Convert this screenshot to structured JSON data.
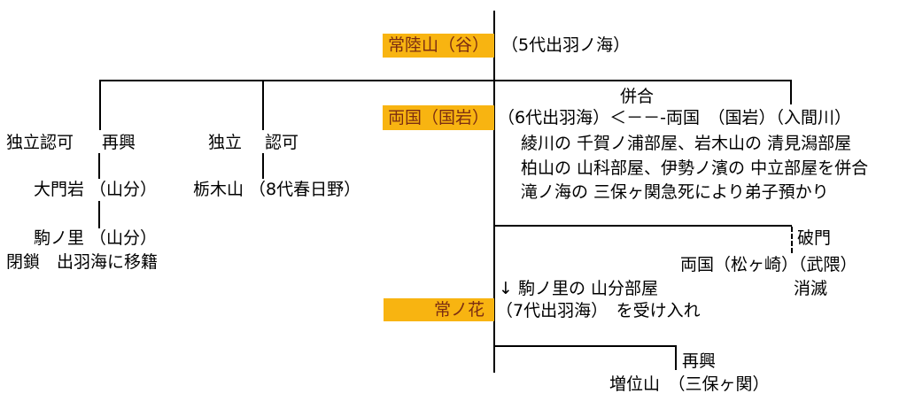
{
  "diagram": {
    "title_implicit": "出羽海部屋系統 系図",
    "colors": {
      "page-bg": "#ffffff",
      "line-color": "#000000",
      "text-color": "#000000",
      "highlight-bg": "#F8B411",
      "highlight-text": "#7B2D12"
    },
    "nodes": {
      "hitachiyama": "常陸山（谷）",
      "ryogoku": "両国（国岩）",
      "tsunenohana": "常ノ花"
    },
    "labels": {
      "gen5": "（5代出羽ノ海）",
      "heigo": "併合",
      "gen6_line": "（6代出羽海）＜－－-両国　（国岩）（入間川）",
      "merge1": "綾川の 千賀ノ浦部屋、岩木山の 清見潟部屋",
      "merge2": "柏山の 山科部屋、伊勢ノ濱の 中立部屋を併合",
      "merge3": "滝ノ海の 三保ヶ関急死により弟子預かり",
      "dokuritsu_ninka": "独立認可",
      "saiko_left": "再興",
      "dokuritsu": "独立",
      "ninka": "認可",
      "daimoniwa": "大門岩 （山分）",
      "tochigiyama": "栃木山 （8代春日野）",
      "komanosato": "駒ノ里 （山分）",
      "heisa": "閉鎖　出羽海に移籍",
      "hamon": "破門",
      "ryogoku_matsugasaki": "両国（松ヶ崎）（武隈）",
      "shometsu": "消滅",
      "koma_accept1": "↓ 駒ノ里の 山分部屋",
      "koma_accept2": "（7代出羽海）　を受け入れ",
      "saiko_bottom": "再興",
      "masuiyama": "増位山　（三保ヶ関）"
    }
  }
}
